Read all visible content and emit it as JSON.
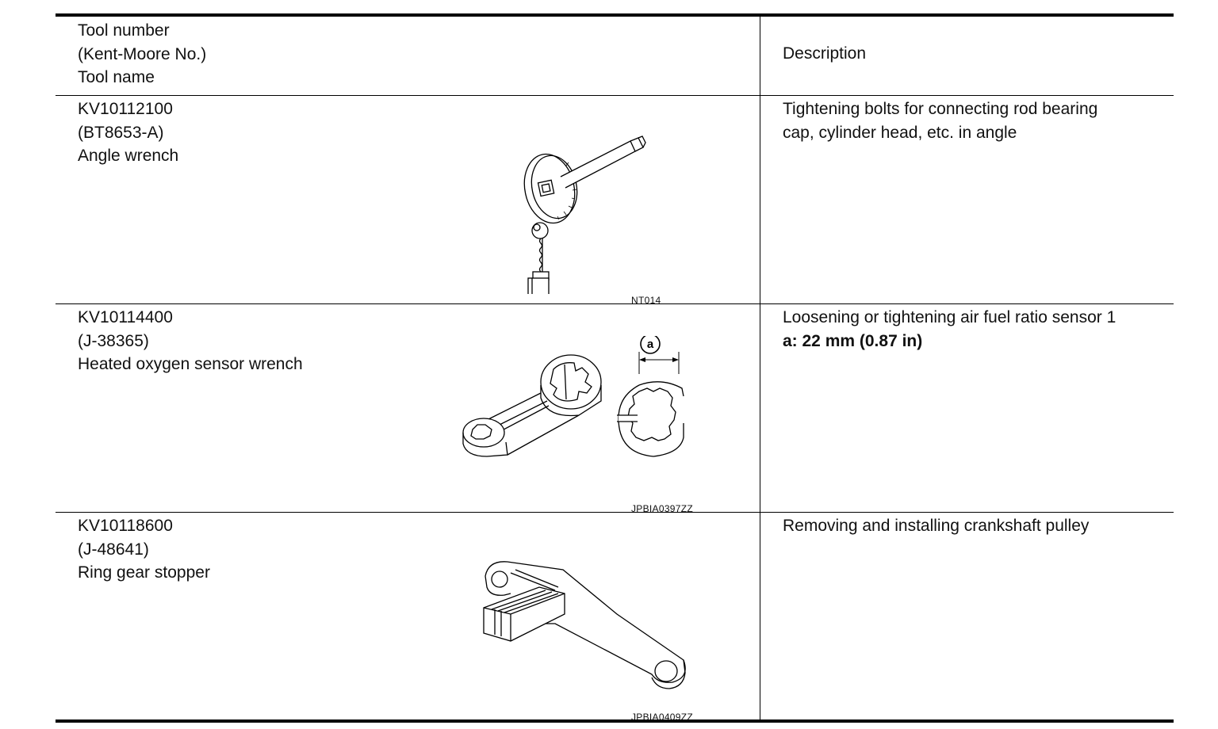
{
  "header": {
    "tool_col_lines": [
      "Tool number",
      "(Kent-Moore No.)",
      "Tool name"
    ],
    "description_label": "Description"
  },
  "tools": [
    {
      "tool_number": "KV10112100",
      "kent_moore": "(BT8653-A)",
      "name": "Angle wrench",
      "figure_code": "NT014",
      "description_lines": [
        "Tightening bolts for connecting rod bearing",
        "cap, cylinder head, etc. in angle"
      ]
    },
    {
      "tool_number": "KV10114400",
      "kent_moore": "(J-38365)",
      "name": "Heated oxygen sensor wrench",
      "figure_code": "JPBIA0397ZZ",
      "dimension_marker": "a",
      "description_lines": [
        "Loosening or tightening air fuel ratio sensor 1"
      ],
      "description_bold": "a: 22 mm (0.87 in)"
    },
    {
      "tool_number": "KV10118600",
      "kent_moore": "(J-48641)",
      "name": "Ring gear stopper",
      "figure_code": "JPBIA0409ZZ",
      "description_lines": [
        "Removing and installing crankshaft pulley"
      ]
    }
  ]
}
